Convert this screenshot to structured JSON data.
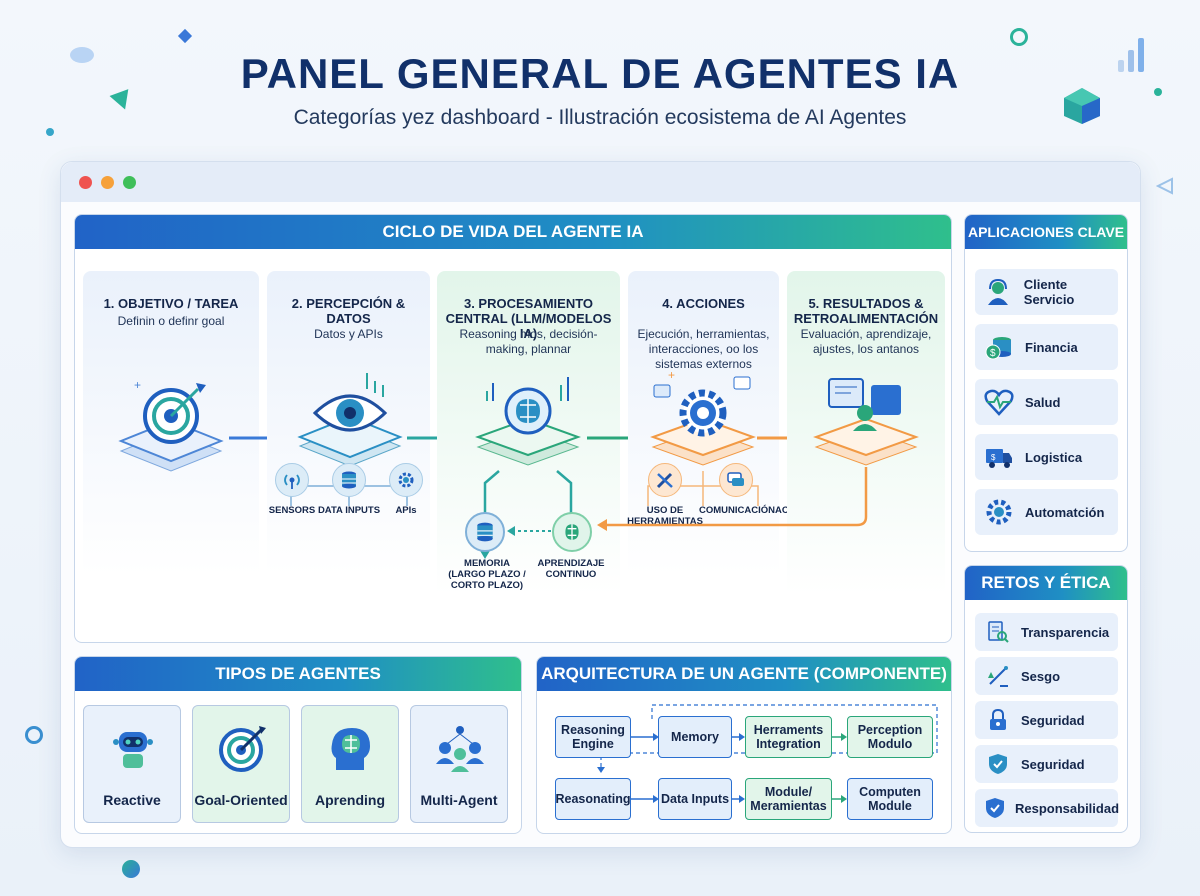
{
  "header": {
    "title": "PANEL GENERAL DE AGENTES IA",
    "subtitle": "Categorías yez dashboard - Illustración ecosistema de AI Agentes"
  },
  "lifecycle": {
    "title": "CICLO DE VIDA DEL AGENTE IA",
    "stages": [
      {
        "title": "1. OBJETIVO / TAREA",
        "desc": "Definin o definr goal",
        "icon": "target-icon"
      },
      {
        "title": "2. PERCEPCIÓN & DATOS",
        "desc": "Datos y APIs",
        "icon": "eye-icon"
      },
      {
        "title": "3. PROCESAMIENTO CENTRAL (LLM/MODELOS IA)",
        "desc": "Reasoning mos, decisión-making, plannar",
        "icon": "brain-icon"
      },
      {
        "title": "4. ACCIONES",
        "desc": "Ejecución, herramientas, interacciones, oo los sistemas externos",
        "icon": "gear-icon"
      },
      {
        "title": "5. RESULTADOS & RETROALIMENTACIÓN",
        "desc": "Evaluación, aprendizaje, ajustes, los antanos",
        "icon": "feedback-icon"
      }
    ],
    "perception_inputs": [
      {
        "label": "SENSORS",
        "icon": "sensor-icon"
      },
      {
        "label": "DATA INPUTS",
        "icon": "database-icon"
      },
      {
        "label": "APIs",
        "icon": "gear-icon"
      }
    ],
    "action_outputs": [
      {
        "label": "USO DE HERRAMIENTAS",
        "icon": "tools-icon"
      },
      {
        "label": "COMUNICACIÓN",
        "icon": "chat-icon"
      },
      {
        "label": "ACTUADORES",
        "icon": "actuator-icon"
      }
    ],
    "memory": {
      "label": "MEMORIA (LARGO PLAZO / CORTO PLAZO)",
      "icon": "database-icon"
    },
    "learning": {
      "label": "APRENDIZAJE CONTINUO",
      "icon": "brain-icon"
    }
  },
  "applications": {
    "title": "APLICACIONES CLAVE",
    "items": [
      {
        "label": "Cliente Servicio",
        "icon": "headset-icon"
      },
      {
        "label": "Financia",
        "icon": "coins-icon"
      },
      {
        "label": "Salud",
        "icon": "heart-pulse-icon"
      },
      {
        "label": "Logistica",
        "icon": "truck-icon"
      },
      {
        "label": "Automatción",
        "icon": "gear-icon"
      }
    ]
  },
  "ethics": {
    "title": "RETOS Y ÉTICA",
    "items": [
      {
        "label": "Transparencia",
        "icon": "document-search-icon"
      },
      {
        "label": "Sesgo",
        "icon": "scale-icon"
      },
      {
        "label": "Seguridad",
        "icon": "lock-icon"
      },
      {
        "label": "Seguridad",
        "icon": "shield-check-icon"
      },
      {
        "label": "Responsabilidad",
        "icon": "shield-check-icon"
      }
    ]
  },
  "agent_types": {
    "title": "TIPOS DE AGENTES",
    "items": [
      {
        "label": "Reactive",
        "icon": "robot-icon"
      },
      {
        "label": "Goal-Oriented",
        "icon": "target-icon"
      },
      {
        "label": "Aprending",
        "icon": "brain-head-icon"
      },
      {
        "label": "Multi-Agent",
        "icon": "multi-agent-icon"
      }
    ]
  },
  "architecture": {
    "title": "ARQUITECTURA DE UN AGENTE (COMPONENTE)",
    "row1": [
      "Reasoning Engine",
      "Memory",
      "Herraments Integration",
      "Perception Modulo"
    ],
    "row2": [
      "Reasonating",
      "Data Inputs",
      "Module/ Meramientas",
      "Computen Module"
    ]
  },
  "colors": {
    "blue": "#2b6fd6",
    "teal": "#25a89a",
    "green": "#3dbb86",
    "orange": "#f29a45",
    "navy": "#11306a"
  }
}
